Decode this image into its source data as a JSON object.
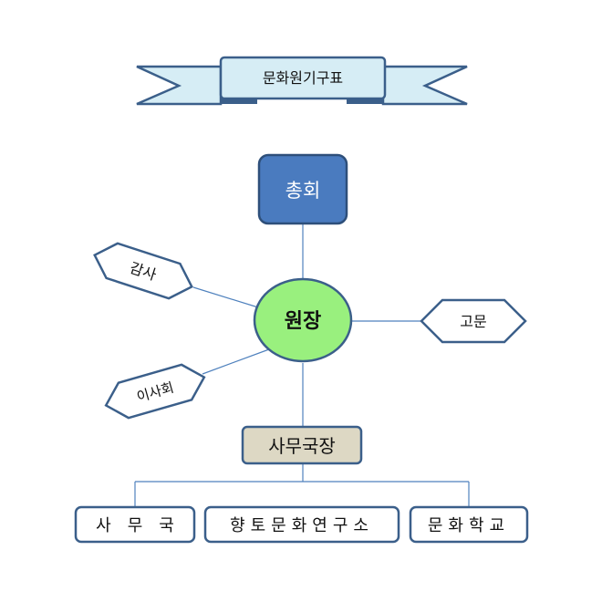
{
  "title": "문화원기구표",
  "nodes": {
    "general_assembly": "총회",
    "director": "원장",
    "auditor": "감사",
    "advisor": "고문",
    "board": "이사회",
    "secretary_general": "사무국장",
    "secretariat": "사　무　국",
    "local_culture_institute": "향토문화연구소",
    "culture_school": "문화학교"
  },
  "colors": {
    "ribbon_fill": "#d6edf5",
    "ribbon_stroke": "#3b5f8a",
    "assembly_fill": "#4a7bbf",
    "director_fill": "#99f07e",
    "secretary_fill": "#ddd8c4",
    "line": "#4f81bd"
  }
}
